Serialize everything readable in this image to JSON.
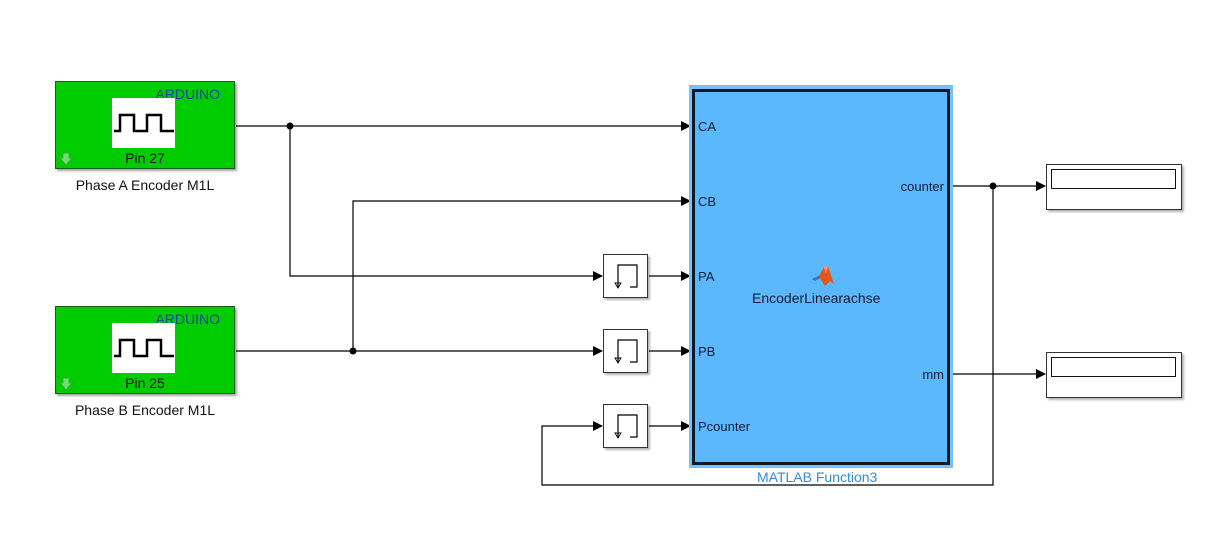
{
  "model": {
    "source_blocks": [
      {
        "id": "phase-a",
        "header": "ARDUINO",
        "pin_label": "Pin 27",
        "name": "Phase A Encoder M1L",
        "color": "#00cc00"
      },
      {
        "id": "phase-b",
        "header": "ARDUINO",
        "pin_label": "Pin 25",
        "name": "Phase B Encoder M1L",
        "color": "#00cc00"
      }
    ],
    "matlab_function": {
      "title": "EncoderLinearachse",
      "caption": "MATLAB Function3",
      "color": "#5cb8fc",
      "inputs": [
        "CA",
        "CB",
        "PA",
        "PB",
        "Pcounter"
      ],
      "outputs": [
        "counter",
        "mm"
      ],
      "icon": "matlab-logo-icon"
    },
    "delay_blocks": [
      {
        "id": "delay-pa",
        "icon": "unit-delay-icon"
      },
      {
        "id": "delay-pb",
        "icon": "unit-delay-icon"
      },
      {
        "id": "delay-pcounter",
        "icon": "unit-delay-icon"
      }
    ],
    "display_blocks": [
      {
        "id": "display-counter",
        "value": ""
      },
      {
        "id": "display-mm",
        "value": ""
      }
    ]
  }
}
